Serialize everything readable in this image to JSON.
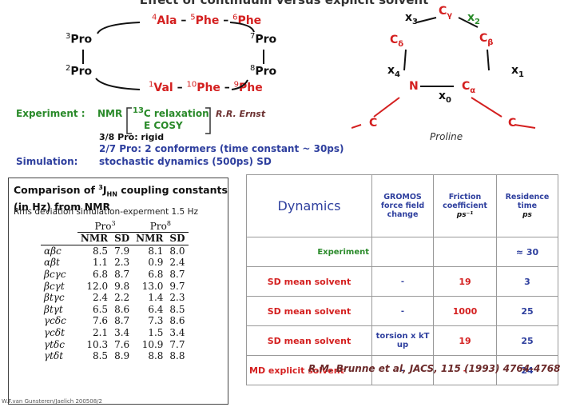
{
  "title": "Effect of continuum versus explicit solvent",
  "cyclic_peptide": {
    "top": [
      "4Ala",
      "5Phe",
      "6Phe"
    ],
    "top_red": "Ala",
    "residues": {
      "r4": "Ala",
      "r5": "Phe",
      "r6": "Phe",
      "r3": "Pro",
      "r7": "Pro",
      "r2": "Pro",
      "r8": "Pro",
      "r1": "Val",
      "r10": "Phe",
      "r9": "Phe"
    },
    "nums": {
      "n1": "1",
      "n2": "2",
      "n3": "3",
      "n4": "4",
      "n5": "5",
      "n6": "6",
      "n7": "7",
      "n8": "8",
      "n9": "9",
      "n10": "10"
    },
    "dash": "–"
  },
  "proline": {
    "label": "Proline",
    "x0": "x",
    "x1": "x",
    "x2": "x",
    "x3": "x",
    "x4": "x",
    "s0": "0",
    "s1": "1",
    "s2": "2",
    "s3": "3",
    "s4": "4",
    "C": "C",
    "N": "N",
    "sub_gamma": "γ",
    "sub_beta": "β",
    "sub_alpha": "α",
    "sub_delta": "δ"
  },
  "experiment": {
    "label": "Experiment :",
    "nmr": "NMR",
    "c13": "13",
    "relax": "C relaxation",
    "ecosy": "E COSY",
    "ernst": "R.R. Ernst",
    "pro38": "3/8 Pro: rigid",
    "pro27": "2/7 Pro: 2 conformers (time constant ~ 30ps)",
    "sim_label": "Simulation:",
    "sim_text": "stochastic dynamics (500ps) SD"
  },
  "coupling": {
    "heading_a": "Comparison of ",
    "heading_j": "3",
    "heading_jj": "J",
    "heading_nh": "HN",
    "heading_b": " coupling constants (in Hz) from NMR",
    "rms": "Rms deviation simulation-experment 1.5 Hz",
    "group1": "Pro",
    "group1_sup": "3",
    "group2": "Pro",
    "group2_sup": "8",
    "cols": [
      "NMR",
      "SD",
      "NMR",
      "SD"
    ],
    "rows": [
      {
        "label": "αβc",
        "v": [
          "8.5",
          "7.9",
          "8.1",
          "8.0"
        ]
      },
      {
        "label": "αβt",
        "v": [
          "1.1",
          "2.3",
          "0.9",
          "2.4"
        ]
      },
      {
        "label": "βcγc",
        "v": [
          "6.8",
          "8.7",
          "6.8",
          "8.7"
        ]
      },
      {
        "label": "βcγt",
        "v": [
          "12.0",
          "9.8",
          "13.0",
          "9.7"
        ]
      },
      {
        "label": "βtγc",
        "v": [
          "2.4",
          "2.2",
          "1.4",
          "2.3"
        ]
      },
      {
        "label": "βtγt",
        "v": [
          "6.5",
          "8.6",
          "6.4",
          "8.5"
        ]
      },
      {
        "label": "γcδc",
        "v": [
          "7.6",
          "8.7",
          "7.3",
          "8.6"
        ]
      },
      {
        "label": "γcδt",
        "v": [
          "2.1",
          "3.4",
          "1.5",
          "3.4"
        ]
      },
      {
        "label": "γtδc",
        "v": [
          "10.3",
          "7.6",
          "10.9",
          "7.7"
        ]
      },
      {
        "label": "γtδt",
        "v": [
          "8.5",
          "8.9",
          "8.8",
          "8.8"
        ]
      }
    ]
  },
  "dynamics": {
    "head": "Dynamics",
    "col1": "GROMOS force field change",
    "col2": "Friction coefficient",
    "col2_unit": "ps⁻¹",
    "col3": "Residence time",
    "col3_unit": "ps",
    "rows": [
      {
        "label": "Experiment",
        "c1": "",
        "c2": "",
        "c3": "≈ 30"
      },
      {
        "label": "SD mean solvent",
        "c1": "-",
        "c2": "19",
        "c3": "3"
      },
      {
        "label": "SD mean solvent",
        "c1": "-",
        "c2": "1000",
        "c3": "25"
      },
      {
        "label": "SD mean solvent",
        "c1": "torsion x kT up",
        "c2": "19",
        "c3": "25"
      },
      {
        "label": "MD explicit solvent",
        "c1": "-",
        "c2": "-",
        "c3": "24"
      }
    ]
  },
  "reference": "R.M. Brunne et al, JACS, 115 (1993) 4764-4768",
  "footer": "W.F.van Gunsteren/Jaelich 200508/2",
  "colors": {
    "red": "#d42020",
    "green": "#2a8a2a",
    "blue": "#2e3f9e",
    "black": "#111111"
  }
}
